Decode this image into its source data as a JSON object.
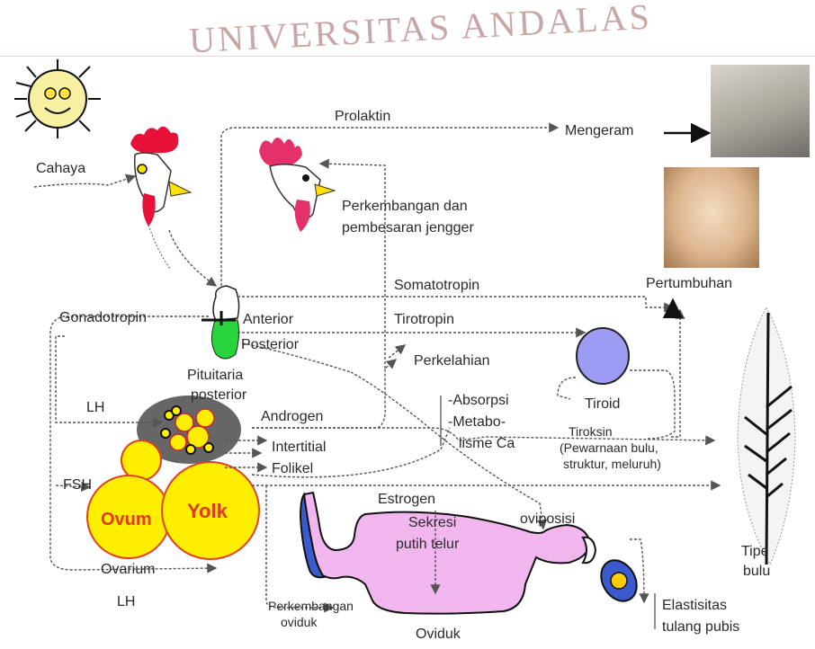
{
  "watermark": "UNIVERSITAS ANDALAS",
  "labels": {
    "cahaya": "Cahaya",
    "prolaktin": "Prolaktin",
    "mengeram": "Mengeram",
    "perkembangan_jengger_1": "Perkembangan dan",
    "perkembangan_jengger_2": "pembesaran jengger",
    "somatotropin": "Somatotropin",
    "pertumbuhan": "Pertumbuhan",
    "gonadotropin": "Gonadotropin",
    "anterior": "Anterior",
    "tirotropin": "Tirotropin",
    "posterior": "Posterior",
    "perkelahian": "Perkelahian",
    "pituitaria_1": "Pituitaria",
    "pituitaria_2": "posterior",
    "tiroid": "Tiroid",
    "lh_top": "LH",
    "androgen": "Androgen",
    "absorpsi": "-Absorpsi",
    "metabo": "-Metabo-",
    "lisme": "lisme Ca",
    "tiroksin": "Tiroksin",
    "tiroksin_note_1": "(Pewarnaan bulu,",
    "tiroksin_note_2": "struktur, meluruh)",
    "intertitial": "Intertitial",
    "folikel": "Folikel",
    "fsh": "FSH",
    "ovum": "Ovum",
    "yolk": "Yolk",
    "estrogen": "Estrogen",
    "sekresi_1": "Sekresi",
    "sekresi_2": "putih telur",
    "oviposisi": "oviposisi",
    "tipe_bulu_1": "Tipe",
    "tipe_bulu_2": "bulu",
    "ovarium": "Ovarium",
    "lh_bottom": "LH",
    "perkembangan_oviduk_1": "Perkembangan",
    "perkembangan_oviduk_2": "oviduk",
    "oviduk": "Oviduk",
    "elastisitas_1": "Elastisitas",
    "elastisitas_2": "tulang pubis"
  },
  "colors": {
    "arrow": "#555555",
    "comb": "#e8113a",
    "comb_pink": "#e5316a",
    "ovary": "#ffee00",
    "ovary_border": "#e0401f",
    "ovum_text": "#e03a1a",
    "oviduct": "#f2b6ee",
    "oviduct_dark": "#3b5bcc",
    "thyroid": "#9c9cf4",
    "pituitary_posterior": "#27d43c",
    "sun": "#f6f0a0"
  }
}
